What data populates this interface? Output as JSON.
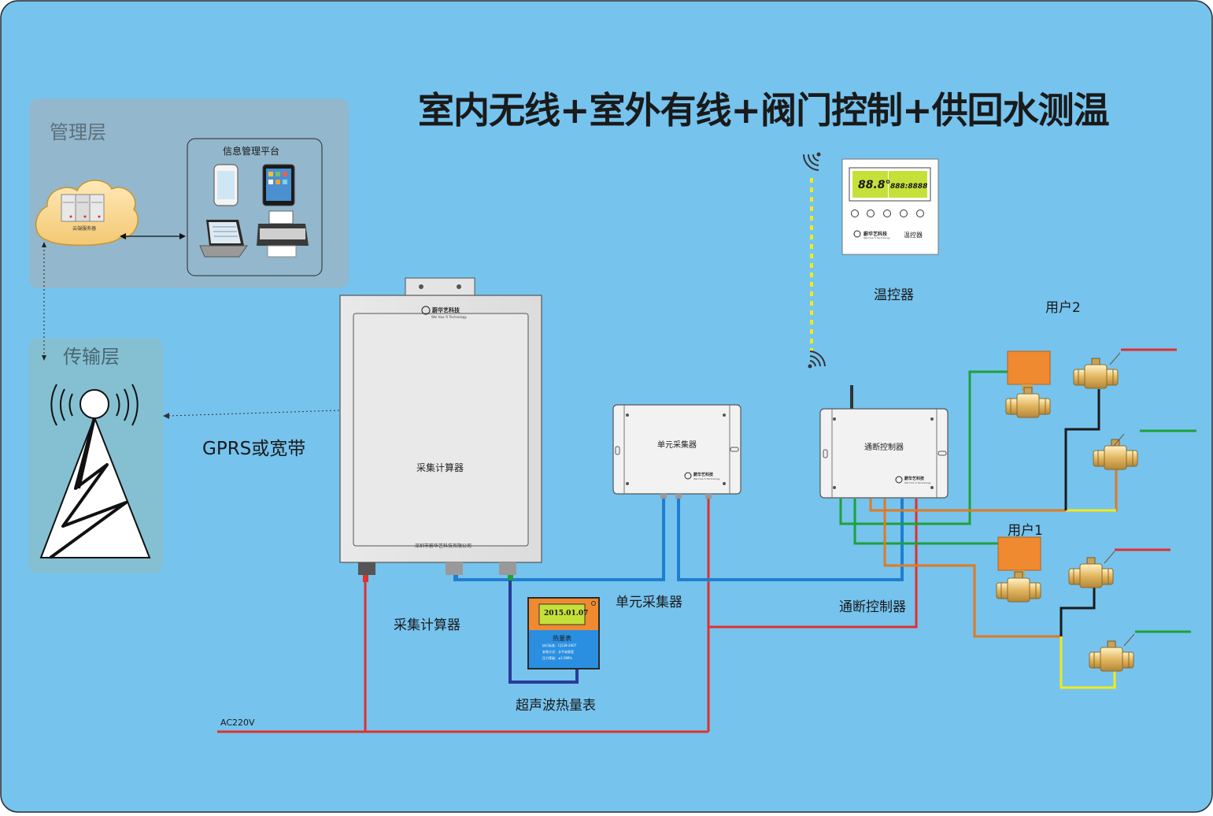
{
  "title": "室内无线+室外有线+阀门控制+供回水测温",
  "layers": {
    "management": "管理层",
    "transmission": "传输层"
  },
  "platform": {
    "title": "信息管理平台",
    "server_label": "云端服务器"
  },
  "link_label": "GPRS或宽带",
  "devices": {
    "collector_calculator": {
      "panel_label": "采集计算器",
      "caption": "采集计算器",
      "brand": "蔚华艺科技",
      "brand_en": "Wei Hua Yi Technology",
      "company": "深圳市蔚华艺科技有限公司"
    },
    "unit_collector": {
      "panel_label": "单元采集器",
      "caption": "单元采集器",
      "brand": "蔚华艺科技",
      "brand_en": "Wei Hua Yi Technology"
    },
    "onoff_controller": {
      "panel_label": "通断控制器",
      "caption": "通断控制器",
      "brand": "蔚华艺科技",
      "brand_en": "Wei Hua Yi Technology"
    },
    "thermostat": {
      "caption": "温控器",
      "lcd_temp": "88.8°",
      "lcd_digits": "888:8888",
      "brand": "蔚华艺科技",
      "brand_en": "Wei Hua Yi Technology",
      "device_label": "温控器"
    },
    "heat_meter": {
      "caption": "超声波热量表",
      "lcd_date": "2015.01.07",
      "name": "热量表",
      "spec_lines": [
        "执行标准：CJ128-2007",
        "安装方式：水平或垂直",
        "压力等级：≤1.6MPa"
      ]
    }
  },
  "users": {
    "user1": "用户1",
    "user2": "用户2"
  },
  "power_label": "AC220V",
  "colors": {
    "background": "#76c3ee",
    "power_line": "#e03030",
    "bus_line": "#1e7fd0",
    "meter_line": "#2a3a9a",
    "green_line": "#1fa03a",
    "orange_line": "#e07a20",
    "yellow_line": "#f2ea1a",
    "black_line": "#1a1a1a",
    "valve_actuator": "#f08a30",
    "valve_brass": "#e8c070"
  }
}
